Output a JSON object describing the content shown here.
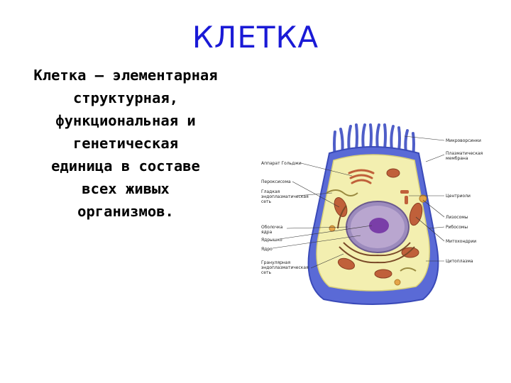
{
  "slide": {
    "title": "КЛЕТКА",
    "description_lines": [
      "Клетка – элементарная",
      "структурная,",
      "функциональная и",
      "генетическая",
      "единица в составе",
      "всех живых",
      "организмов."
    ]
  },
  "diagram": {
    "labels_left": [
      {
        "text": "Аппарат Гольджи"
      },
      {
        "text": "Пероксисома"
      },
      {
        "text": "Гладкая"
      },
      {
        "text": "эндоплазматическая"
      },
      {
        "text": "сеть"
      },
      {
        "text": "Оболочка"
      },
      {
        "text": "ядра"
      },
      {
        "text": "Ядрышко"
      },
      {
        "text": "Ядро"
      },
      {
        "text": "Гранулярная"
      },
      {
        "text": "эндоплазматическая"
      },
      {
        "text": "сеть"
      }
    ],
    "labels_right": [
      {
        "text": "Микроворсинки"
      },
      {
        "text": "Плазматическая"
      },
      {
        "text": "мембрана"
      },
      {
        "text": "Центриоли"
      },
      {
        "text": "Лизосомы"
      },
      {
        "text": "Рибосомы"
      },
      {
        "text": "Митохондрии"
      },
      {
        "text": "Цитоплазма"
      }
    ],
    "colors": {
      "membrane": "#5a6ad6",
      "membrane_dark": "#3a4ab8",
      "cytoplasm": "#f3efb0",
      "nucleus": "#b9a6cf",
      "nucleolus": "#7a3ea8",
      "mitochondria": "#c0603a",
      "er": "#7a4a28"
    }
  }
}
